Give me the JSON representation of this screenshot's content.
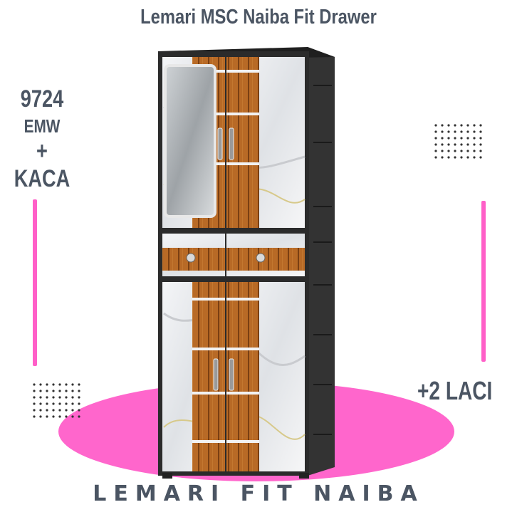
{
  "title": "Lemari MSC Naiba Fit Drawer",
  "model": {
    "line1": "9724",
    "line2": "EMW",
    "line3": "+ KACA"
  },
  "drawer_label": "+2 LACI",
  "footer": "LEMARI FIT NAIBA",
  "colors": {
    "accent": "#ff5fc8",
    "ellipse": "#ff66cc",
    "frame": "#2b2b2b",
    "wood": "#b86a26",
    "marble": "#eef0f2",
    "text": "#4b5563"
  }
}
